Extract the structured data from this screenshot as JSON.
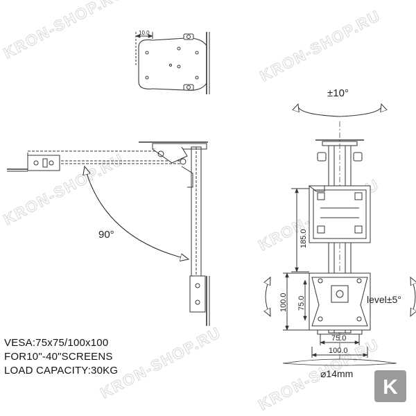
{
  "diagram": {
    "top_view": {
      "offset_label": "10.0"
    },
    "side_view": {
      "tilt_label": "90°"
    },
    "front_view": {
      "swivel_label": "±10°",
      "height_label": "185.0",
      "vesa_outer_height": "100.0",
      "vesa_inner_height": "75.0",
      "vesa_inner_width": "75.0",
      "vesa_outer_width": "100.0",
      "level_label": "level±5°",
      "diameter_label": "⌀14mm"
    }
  },
  "specs": {
    "vesa": "VESA:75x75/100x100",
    "screens": "FOR10\"-40\"SCREENS",
    "load": "LOAD CAPACITY:30KG"
  },
  "watermark": {
    "text": "KRON-SHOP.RU",
    "logo_letter": "K"
  },
  "colors": {
    "line": "#333333",
    "watermark": "#d6d6d6",
    "logo_bg": "#9a9a9a"
  }
}
